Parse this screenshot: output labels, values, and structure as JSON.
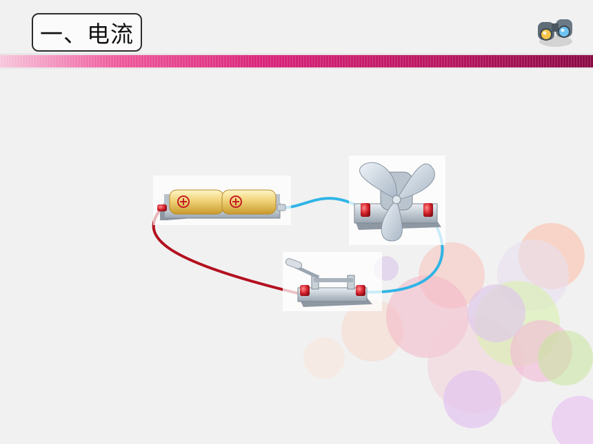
{
  "slide": {
    "title": "一、电流",
    "components": [
      "battery-holder",
      "fan-motor",
      "knife-switch"
    ],
    "colors": {
      "band_start": "#f7c6dc",
      "band_mid": "#d8247a",
      "band_end": "#8a0a45",
      "wire_red": "#b3101f",
      "wire_blue": "#2fb4e6",
      "battery_gold": "#e8c65a",
      "terminal_red": "#d2202a"
    },
    "icons": [
      "binoculars-icon",
      "plus-icon",
      "plus-icon"
    ]
  }
}
